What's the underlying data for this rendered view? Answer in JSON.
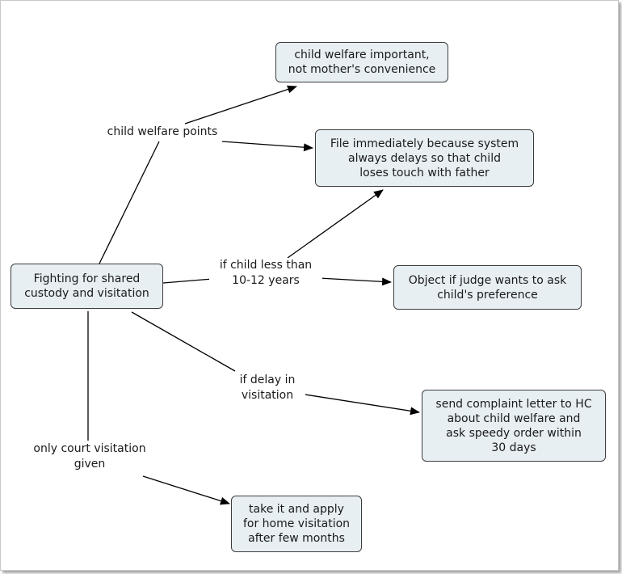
{
  "concepts": {
    "main": "Fighting for shared\ncustody and visitation",
    "welfare_important": "child welfare important,\nnot mother's convenience",
    "file_immediately": "File immediately because system\nalways delays so that child\nloses touch with father",
    "object_judge": "Object if judge wants to ask\nchild's preference",
    "complaint_letter": "send complaint letter to HC\nabout child welfare and\nask speedy order within\n30 days",
    "take_apply": "take it and apply\nfor home visitation\nafter few months"
  },
  "links": {
    "child_welfare_points": "child welfare points",
    "child_less_than": "if child less than\n10-12 years",
    "delay_visitation": "if delay in\nvisitation",
    "court_visitation": "only court visitation\ngiven"
  },
  "colors": {
    "node_fill": "#e7eff3",
    "node_border": "#3d3d3d",
    "line": "#000000"
  }
}
